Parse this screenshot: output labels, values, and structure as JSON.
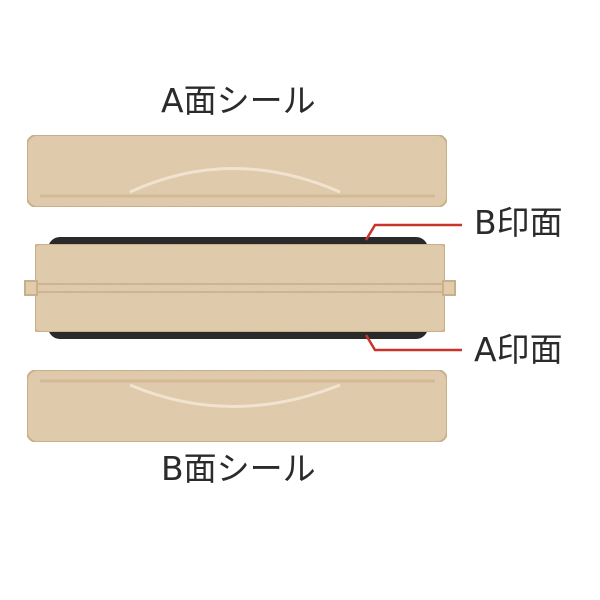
{
  "labels": {
    "top_seal": "A面シール",
    "bottom_seal": "B面シール",
    "b_print": "B印面",
    "a_print": "A印面"
  },
  "colors": {
    "wood": "#e2ccad",
    "wood_dark": "#c9b08c",
    "wood_light": "#eddcc3",
    "rubber": "#2a2a2a",
    "leader": "#c8342a"
  }
}
